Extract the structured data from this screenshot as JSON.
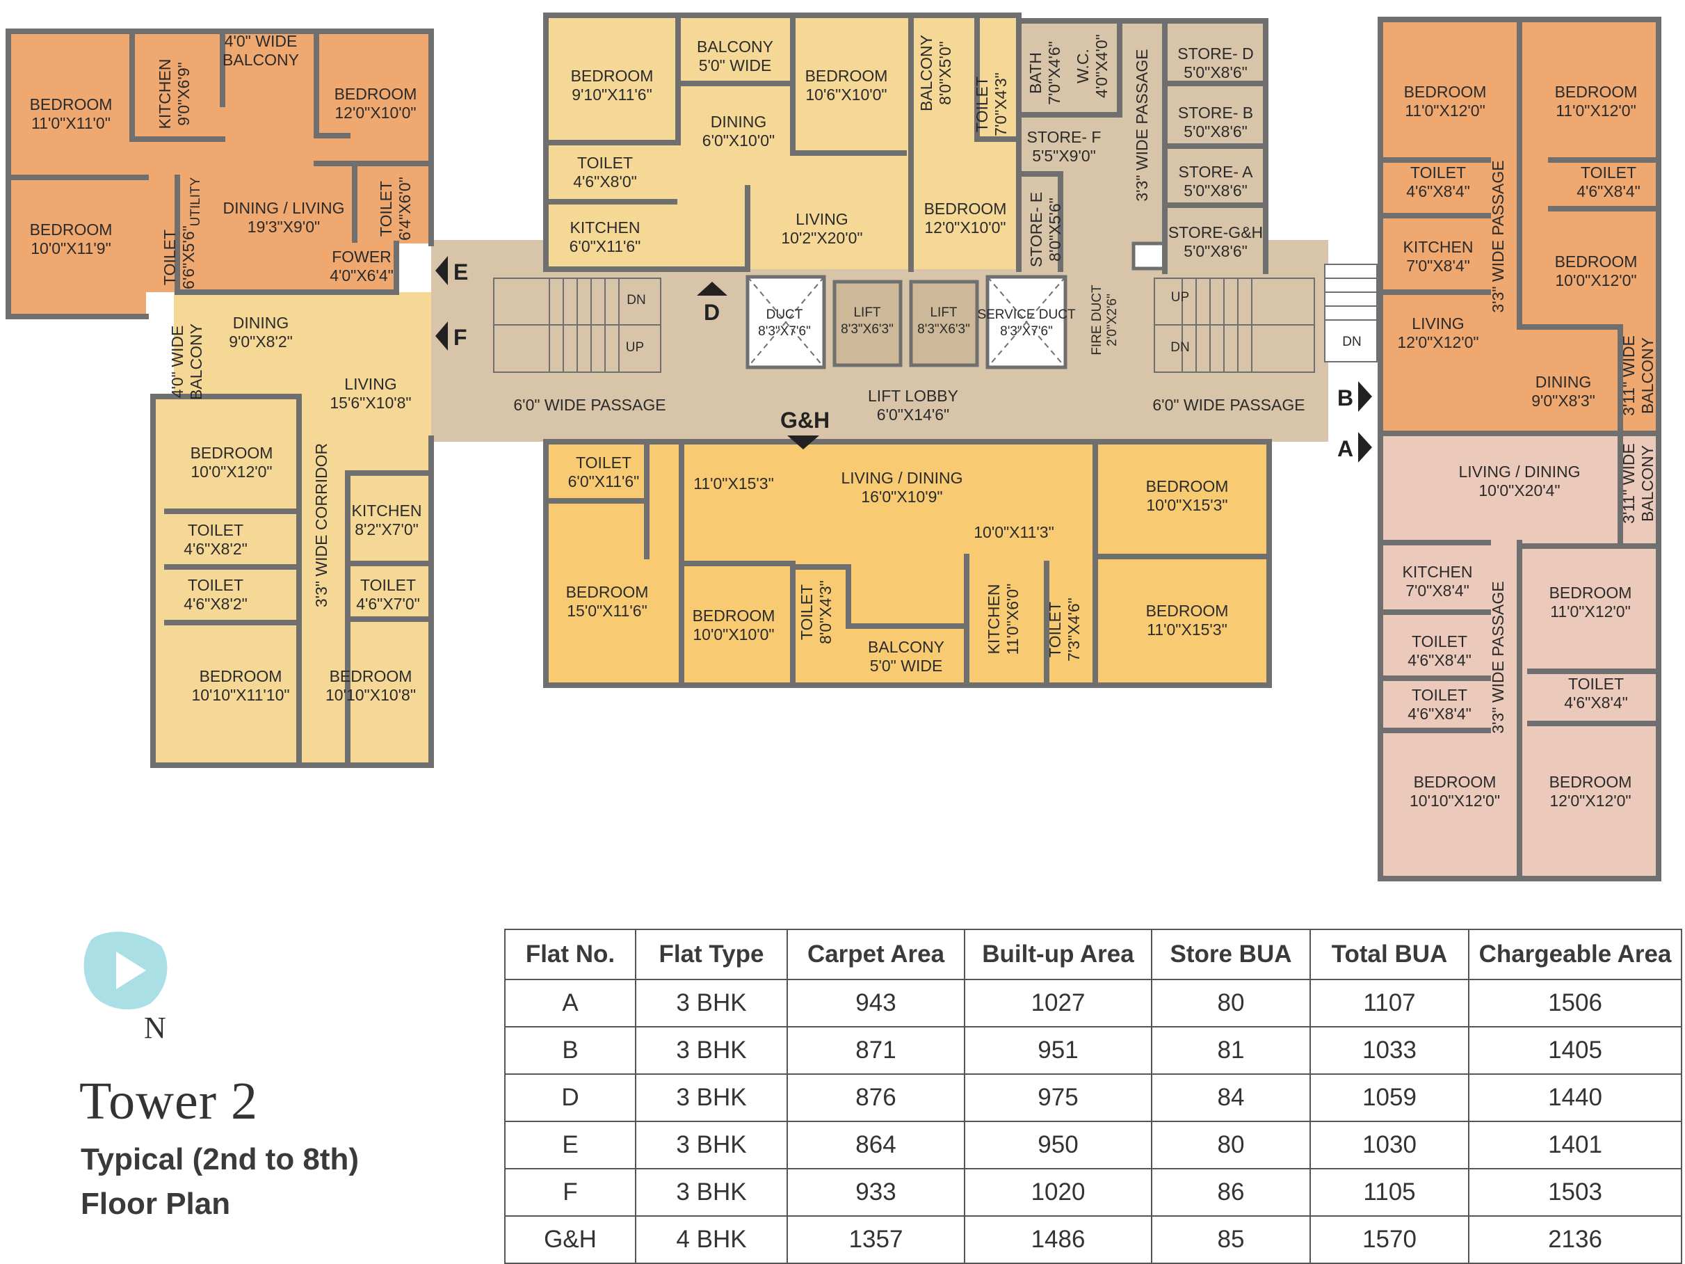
{
  "title": "Tower 2",
  "subtitle_line1": "Typical (2nd to 8th)",
  "subtitle_line2": "Floor Plan",
  "compass_letter": "N",
  "colors": {
    "flat_orange": "#eea870",
    "flat_yellow": "#f5d896",
    "flat_gold": "#f8cb72",
    "flat_pink": "#ebcabb",
    "common_area": "#d8c4a8",
    "wall": "#6f6f6f",
    "logo": "#62c4cf"
  },
  "entrances": {
    "A": "A",
    "B": "B",
    "D": "D",
    "E": "E",
    "F": "F",
    "GH": "G&H"
  },
  "rooms": {
    "e_bed1": [
      "BEDROOM",
      "11'0\"X11'0\""
    ],
    "e_bed2": [
      "BEDROOM",
      "10'0\"X11'9\""
    ],
    "e_kitchen": [
      "KITCHEN",
      "9'0\"X6'9\""
    ],
    "e_balcony": [
      "4'0\" WIDE",
      "BALCONY"
    ],
    "e_bed3": [
      "BEDROOM",
      "12'0\"X10'0\""
    ],
    "e_dining": [
      "DINING / LIVING",
      "19'3\"X9'0\""
    ],
    "e_utility": [
      "UTILITY"
    ],
    "e_toilet1": [
      "TOILET",
      "6'6\"X5'6\""
    ],
    "e_toilet2": [
      "TOILET",
      "6'4\"X6'0\""
    ],
    "e_foyer": [
      "FOWER",
      "4'0\"X6'4\""
    ],
    "f_dining": [
      "DINING",
      "9'0\"X8'2\""
    ],
    "f_balcony": [
      "4'0\" WIDE",
      "BALCONY"
    ],
    "f_living": [
      "LIVING",
      "15'6\"X10'8\""
    ],
    "f_bed1": [
      "BEDROOM",
      "10'0\"X12'0\""
    ],
    "f_toilet1": [
      "TOILET",
      "4'6\"X8'2\""
    ],
    "f_toilet2": [
      "TOILET",
      "4'6\"X8'2\""
    ],
    "f_corridor": [
      "3'3\" WIDE CORRIDOR"
    ],
    "f_kitchen": [
      "KITCHEN",
      "8'2\"X7'0\""
    ],
    "f_toilet3": [
      "TOILET",
      "4'6\"X7'0\""
    ],
    "f_bed2": [
      "BEDROOM",
      "10'10\"X11'10\""
    ],
    "f_bed3": [
      "BEDROOM",
      "10'10\"X10'8\""
    ],
    "d_bed1": [
      "BEDROOM",
      "9'10\"X11'6\""
    ],
    "d_balcony": [
      "BALCONY",
      "5'0\" WIDE"
    ],
    "d_dining": [
      "DINING",
      "6'0\"X10'0\""
    ],
    "d_toilet1": [
      "TOILET",
      "4'6\"X8'0\""
    ],
    "d_kitchen": [
      "KITCHEN",
      "6'0\"X11'6\""
    ],
    "d_living": [
      "LIVING",
      "10'2\"X20'0\""
    ],
    "d_bed2": [
      "BEDROOM",
      "10'6\"X10'0\""
    ],
    "d_balcony2": [
      "BALCONY",
      "8'0\"X5'0\""
    ],
    "d_toilet2": [
      "TOILET",
      "7'0\"X4'3\""
    ],
    "d_bed3": [
      "BEDROOM",
      "12'0\"X10'0\""
    ],
    "c_bath": [
      "BATH",
      "7'0\"X4'6\""
    ],
    "c_wc": [
      "W.C.",
      "4'0\"X4'0\""
    ],
    "c_storef": [
      "STORE- F",
      "5'5\"X9'0\""
    ],
    "c_storee": [
      "STORE- E",
      "8'0\"X5'6\""
    ],
    "c_passage": [
      "3'3\" WIDE PASSAGE"
    ],
    "c_stored": [
      "STORE- D",
      "5'0\"X8'6\""
    ],
    "c_storeb": [
      "STORE- B",
      "5'0\"X8'6\""
    ],
    "c_storea": [
      "STORE- A",
      "5'0\"X8'6\""
    ],
    "c_storegh": [
      "STORE-G&H",
      "5'0\"X8'6\""
    ],
    "c_duct": [
      "DUCT",
      "8'3\"X7'6\""
    ],
    "c_lift1": [
      "LIFT",
      "8'3\"X6'3\""
    ],
    "c_lift2": [
      "LIFT",
      "8'3\"X6'3\""
    ],
    "c_sduct": [
      "SERVICE DUCT",
      "8'3\"X7'6\""
    ],
    "c_fduct": [
      "FIRE DUCT",
      "2'0\"X2'6\""
    ],
    "c_lobby": [
      "LIFT LOBBY",
      "6'0\"X14'6\""
    ],
    "c_passage_l": [
      "6'0\" WIDE PASSAGE"
    ],
    "c_passage_r": [
      "6'0\" WIDE PASSAGE"
    ],
    "c_dn1": [
      "DN"
    ],
    "c_up1": [
      "UP"
    ],
    "c_up2": [
      "UP"
    ],
    "c_dn2": [
      "DN"
    ],
    "c_dn3": [
      "DN"
    ],
    "gh_toilet1": [
      "TOILET",
      "6'0\"X11'6\""
    ],
    "gh_dimlabel": [
      "11'0\"X15'3\""
    ],
    "gh_living": [
      "LIVING / DINING",
      "16'0\"X10'9\""
    ],
    "gh_dimlabel2": [
      "10'0\"X11'3\""
    ],
    "gh_bed1": [
      "BEDROOM",
      "15'0\"X11'6\""
    ],
    "gh_bed2": [
      "BEDROOM",
      "10'0\"X10'0\""
    ],
    "gh_toilet2": [
      "TOILET",
      "8'0\"X4'3\""
    ],
    "gh_balcony": [
      "BALCONY",
      "5'0\" WIDE"
    ],
    "gh_kitchen": [
      "KITCHEN",
      "11'0\"X6'0\""
    ],
    "gh_toilet3": [
      "TOILET",
      "7'3\"X4'6\""
    ],
    "gh_bed3": [
      "BEDROOM",
      "10'0\"X15'3\""
    ],
    "gh_bed4": [
      "BEDROOM",
      "11'0\"X15'3\""
    ],
    "b_bed1": [
      "BEDROOM",
      "11'0\"X12'0\""
    ],
    "b_bed2": [
      "BEDROOM",
      "11'0\"X12'0\""
    ],
    "b_toilet1": [
      "TOILET",
      "4'6\"X8'4\""
    ],
    "b_toilet2": [
      "TOILET",
      "4'6\"X8'4\""
    ],
    "b_passage": [
      "3'3\" WIDE PASSAGE"
    ],
    "b_kitchen": [
      "KITCHEN",
      "7'0\"X8'4\""
    ],
    "b_bed3": [
      "BEDROOM",
      "10'0\"X12'0\""
    ],
    "b_living": [
      "LIVING",
      "12'0\"X12'0\""
    ],
    "b_dining": [
      "DINING",
      "9'0\"X8'3\""
    ],
    "b_balcony": [
      "3'11\" WIDE",
      "BALCONY"
    ],
    "a_living": [
      "LIVING / DINING",
      "10'0\"X20'4\""
    ],
    "a_balcony": [
      "3'11\" WIDE",
      "BALCONY"
    ],
    "a_kitchen": [
      "KITCHEN",
      "7'0\"X8'4\""
    ],
    "a_bed1": [
      "BEDROOM",
      "11'0\"X12'0\""
    ],
    "a_passage": [
      "3'3\" WIDE PASSAGE"
    ],
    "a_toilet1": [
      "TOILET",
      "4'6\"X8'4\""
    ],
    "a_toilet2": [
      "TOILET",
      "4'6\"X8'4\""
    ],
    "a_toilet3": [
      "TOILET",
      "4'6\"X8'4\""
    ],
    "a_bed2": [
      "BEDROOM",
      "10'10\"X12'0\""
    ],
    "a_bed3": [
      "BEDROOM",
      "12'0\"X12'0\""
    ]
  },
  "table": {
    "headers": [
      "Flat No.",
      "Flat Type",
      "Carpet Area",
      "Built-up Area",
      "Store BUA",
      "Total BUA",
      "Chargeable Area"
    ],
    "rows": [
      [
        "A",
        "3 BHK",
        "943",
        "1027",
        "80",
        "1107",
        "1506"
      ],
      [
        "B",
        "3 BHK",
        "871",
        "951",
        "81",
        "1033",
        "1405"
      ],
      [
        "D",
        "3 BHK",
        "876",
        "975",
        "84",
        "1059",
        "1440"
      ],
      [
        "E",
        "3 BHK",
        "864",
        "950",
        "80",
        "1030",
        "1401"
      ],
      [
        "F",
        "3 BHK",
        "933",
        "1020",
        "86",
        "1105",
        "1503"
      ],
      [
        "G&H",
        "4 BHK",
        "1357",
        "1486",
        "85",
        "1570",
        "2136"
      ]
    ]
  }
}
